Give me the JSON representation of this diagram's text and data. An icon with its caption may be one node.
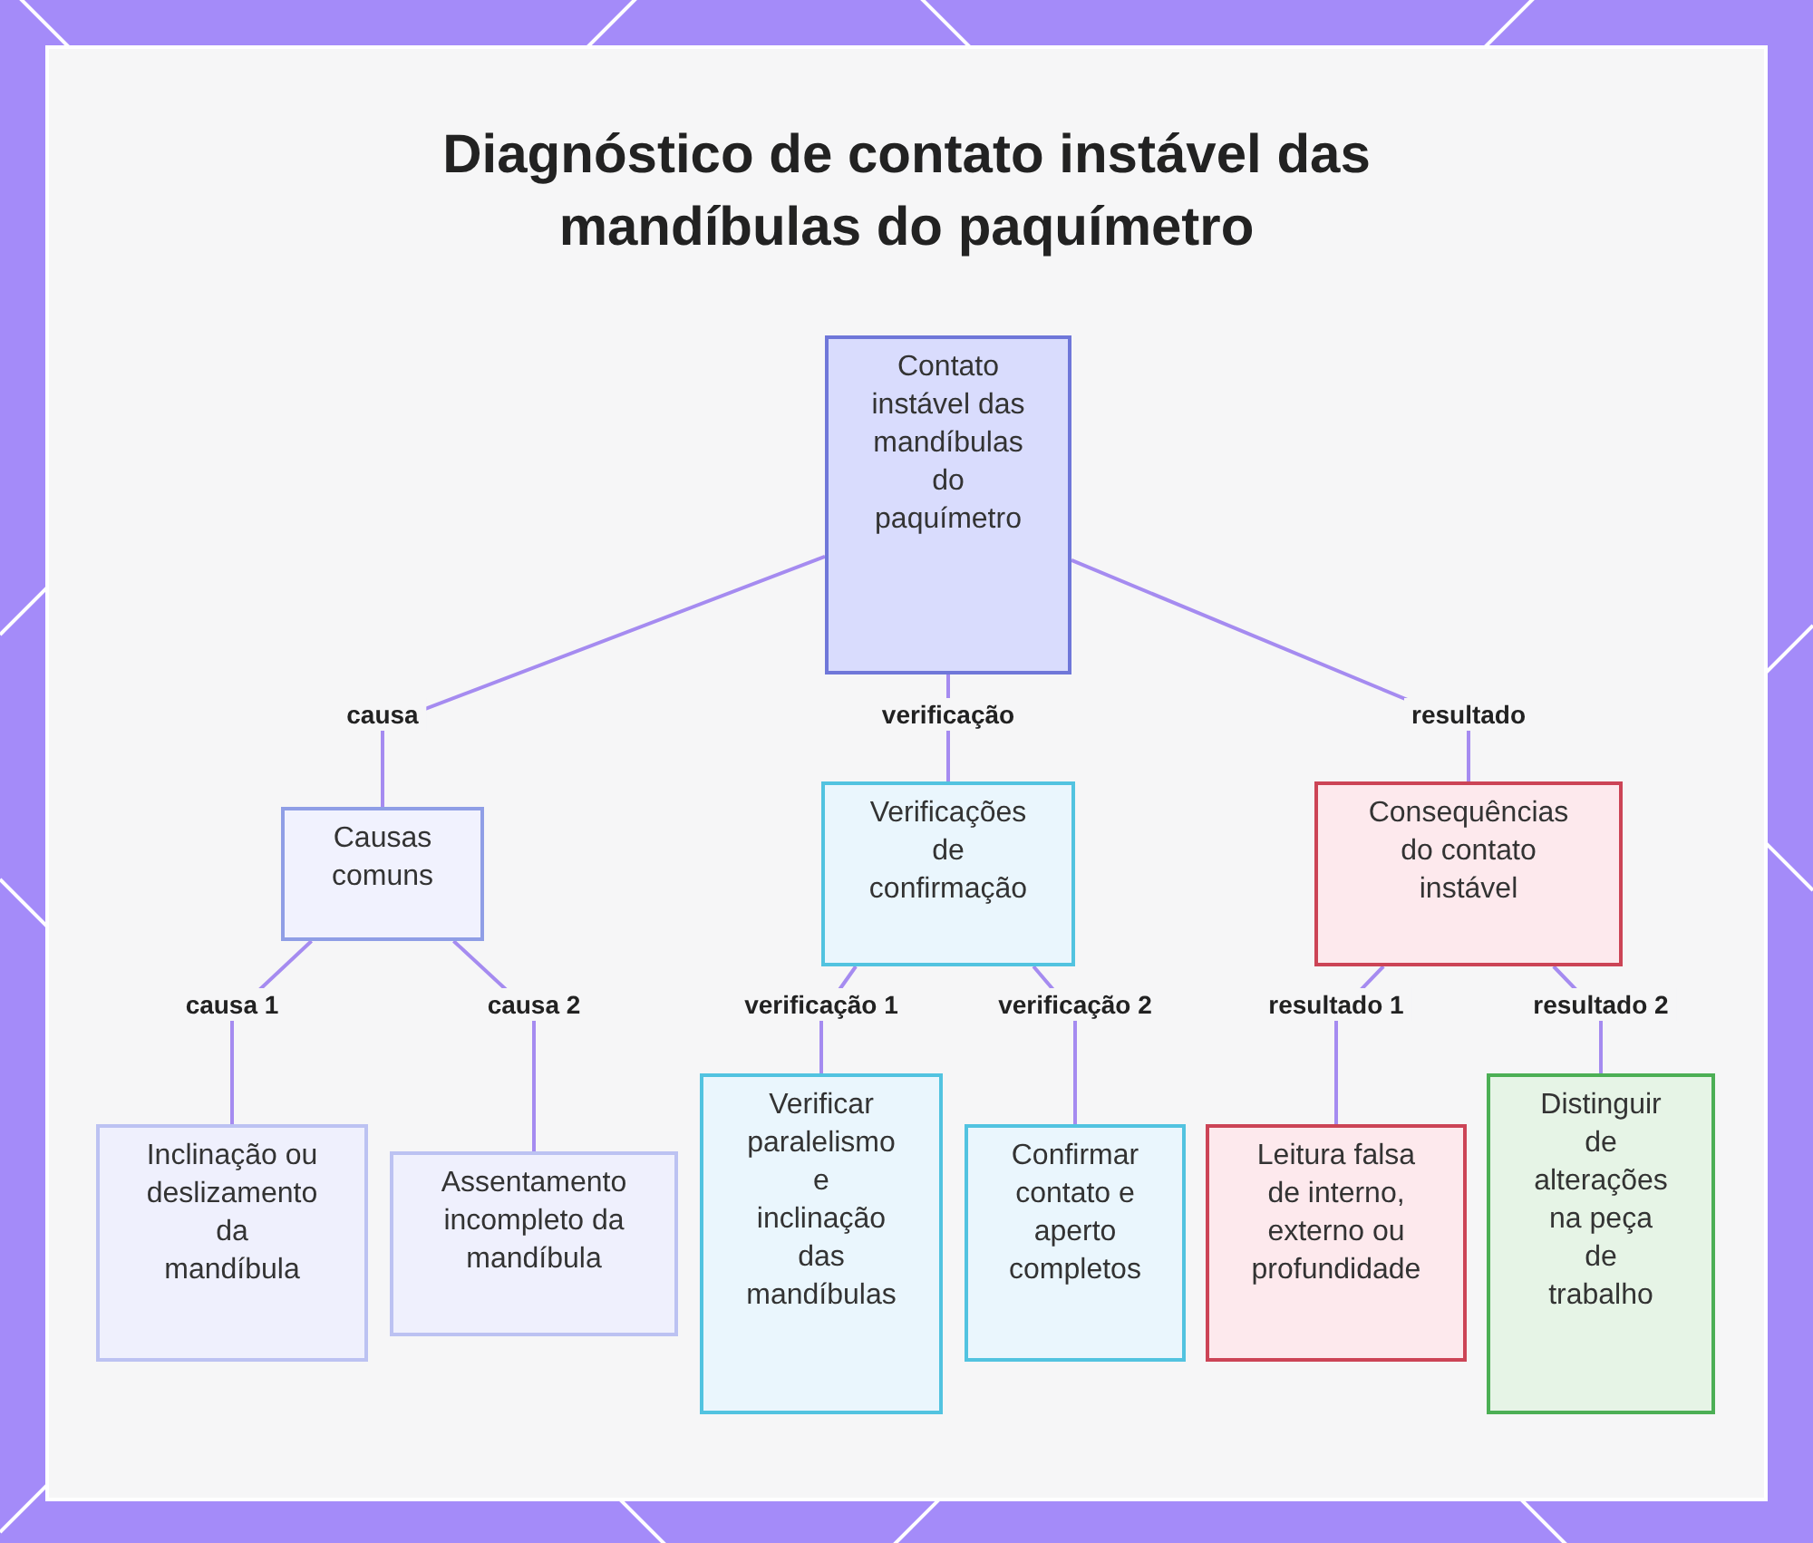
{
  "diagram": {
    "title": "Diagnóstico de contato instável das mandíbulas do paquímetro",
    "nodes": [
      {
        "text": [
          "Contato instável das mandíbulas do paquímetro"
        ]
      },
      {
        "text": [
          "Causas comuns"
        ]
      },
      {
        "text": [
          "Verificações de confirmação"
        ]
      },
      {
        "text": [
          "Consequências do contato instável"
        ]
      },
      {
        "text": [
          "Inclinação ou deslizamento da mandíbula"
        ]
      },
      {
        "text": [
          "Assentamento incompleto da mandíbula"
        ]
      },
      {
        "text": [
          "Verificar paralelismo e inclinação das mandíbulas"
        ]
      },
      {
        "text": [
          "Confirmar contato e aperto completos"
        ]
      },
      {
        "text": [
          "Leitura falsa de interno, externo ou profundidade"
        ]
      },
      {
        "text": [
          "Distinguir de alterações na peça de trabalho"
        ]
      }
    ],
    "edges": [
      {
        "from": 0,
        "to": 1,
        "arrow": "none",
        "label": "causa"
      },
      {
        "from": 0,
        "to": 2,
        "arrow": "none",
        "label": "verificação"
      },
      {
        "from": 0,
        "to": 3,
        "arrow": "none",
        "label": "resultado"
      },
      {
        "from": 1,
        "to": 4,
        "arrow": "none",
        "label": "causa 1"
      },
      {
        "from": 1,
        "to": 5,
        "arrow": "none",
        "label": "causa 2"
      },
      {
        "from": 2,
        "to": 6,
        "arrow": "none",
        "label": "verificação 1"
      },
      {
        "from": 2,
        "to": 7,
        "arrow": "none",
        "label": "verificação 2"
      },
      {
        "from": 3,
        "to": 8,
        "arrow": "none",
        "label": "resultado 1"
      },
      {
        "from": 3,
        "to": 9,
        "arrow": "none",
        "label": "resultado 2"
      }
    ]
  }
}
